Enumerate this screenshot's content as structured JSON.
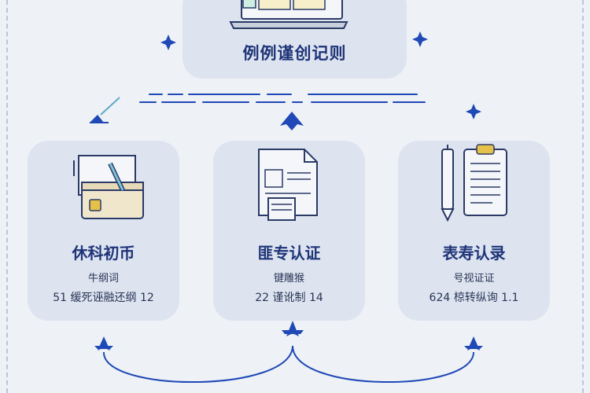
{
  "header": {
    "title": "例例谨创记则"
  },
  "panels": [
    {
      "title": "休科初币",
      "line1": "牛纲词",
      "line2": "51 缓死诬融还纲 12"
    },
    {
      "title": "匪专认证",
      "line1": "键雕猴",
      "line2": "22 谨讹制 14"
    },
    {
      "title": "表寿认录",
      "line1": "号视证证",
      "line2": "624 椋转纵询 1.1"
    }
  ],
  "colors": {
    "accent": "#1f49b6",
    "card": "#dde4f0",
    "background": "#eef1f6"
  },
  "icons": [
    "laptop-document-icon",
    "card-chip-icon",
    "document-icon",
    "pencil-clipboard-icon",
    "sparkle-icon",
    "mountain-icon"
  ]
}
